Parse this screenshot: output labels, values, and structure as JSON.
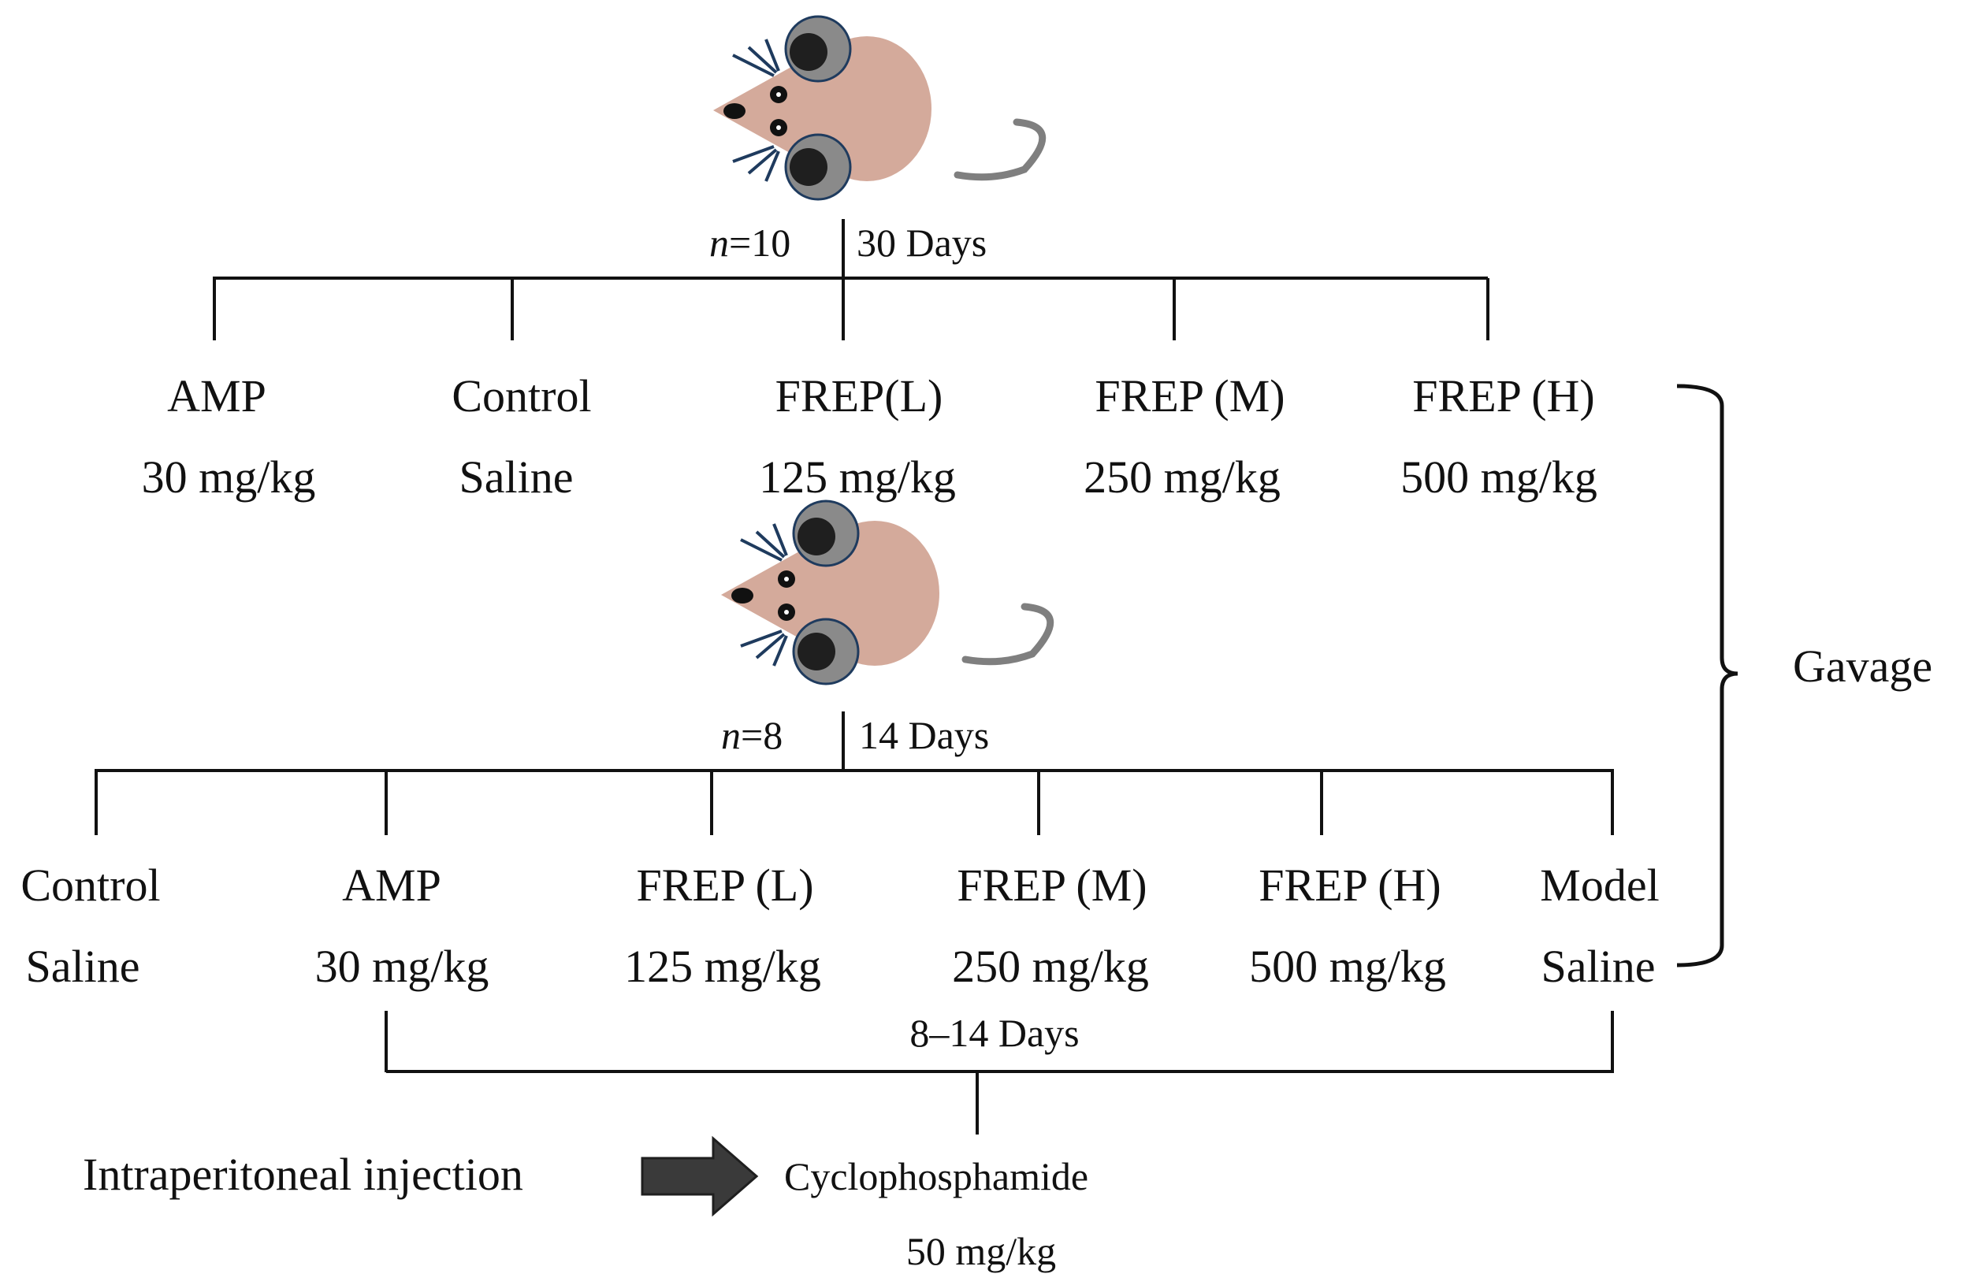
{
  "study1": {
    "n_label": "n",
    "n_value": "=10",
    "duration": "30 Days",
    "groups": [
      {
        "name": "AMP",
        "dose": "30 mg/kg"
      },
      {
        "name": "Control",
        "dose": "Saline"
      },
      {
        "name": "FREP(L)",
        "dose": "125 mg/kg"
      },
      {
        "name": "FREP (M)",
        "dose": "250 mg/kg"
      },
      {
        "name": "FREP (H)",
        "dose": "500 mg/kg"
      }
    ]
  },
  "study2": {
    "n_label": "n",
    "n_value": "=8",
    "duration": "14 Days",
    "groups": [
      {
        "name": "Control",
        "dose": "Saline"
      },
      {
        "name": "AMP",
        "dose": "30 mg/kg"
      },
      {
        "name": "FREP (L)",
        "dose": "125 mg/kg"
      },
      {
        "name": "FREP (M)",
        "dose": "250 mg/kg"
      },
      {
        "name": "FREP (H)",
        "dose": "500 mg/kg"
      },
      {
        "name": "Model",
        "dose": "Saline"
      }
    ],
    "injection_period": "8–14 Days"
  },
  "gavage_label": "Gavage",
  "injection": {
    "route": "Intraperitoneal injection",
    "drug": "Cyclophosphamide",
    "dose": "50 mg/kg"
  },
  "colors": {
    "mouse_body": "#d4aa9b",
    "mouse_ear": "#8a8a8a",
    "mouse_ear_inner": "#1f1f1f",
    "whisker": "#1f3b5e",
    "tail": "#7f7f7f",
    "arrow": "#3a3a3a"
  },
  "icons": [
    "mouse-icon",
    "right-arrow-icon",
    "curly-brace-icon"
  ]
}
